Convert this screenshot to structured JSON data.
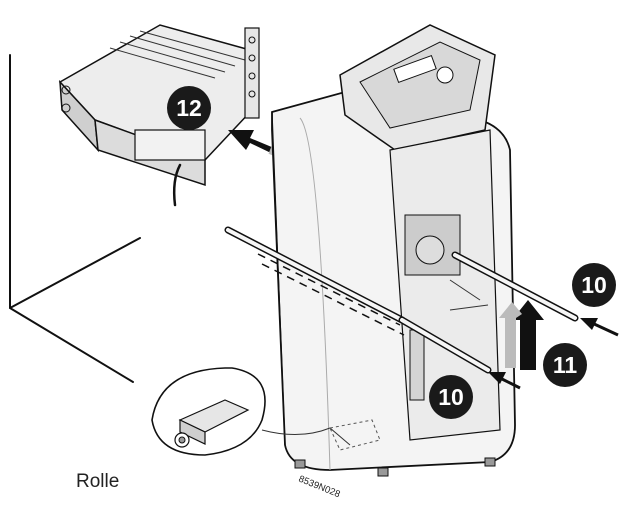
{
  "callouts": {
    "step_12": "12",
    "step_10_right": "10",
    "step_11": "11",
    "step_10_bottom": "10"
  },
  "labels": {
    "rolle": "Rolle",
    "drawing_code": "8539N028"
  },
  "colors": {
    "line": "#111111",
    "callout_fill": "#1a1a1a",
    "callout_text": "#ffffff",
    "shading": "#d9d9d9",
    "background": "#ffffff"
  }
}
